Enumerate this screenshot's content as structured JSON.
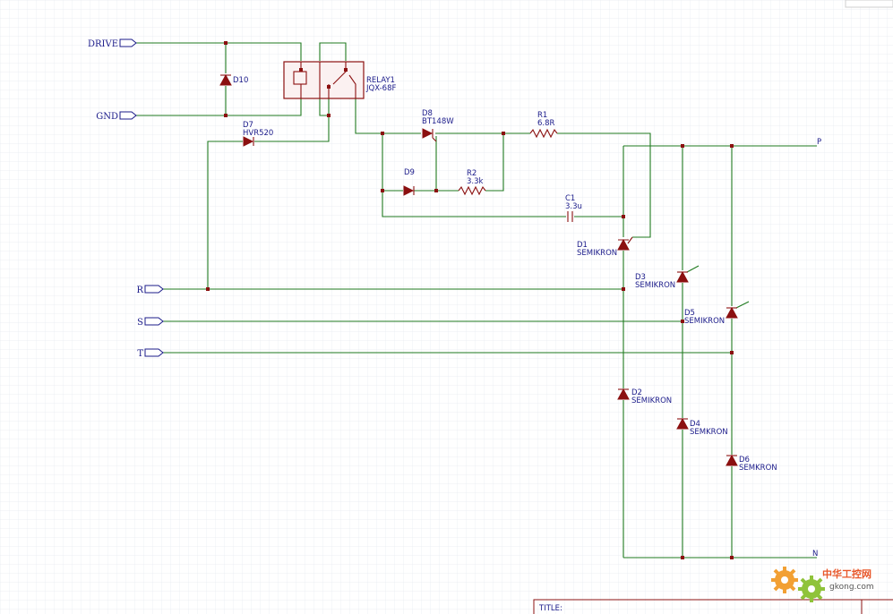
{
  "ports": {
    "drive": "DRIVE",
    "gnd": "GND",
    "r": "R",
    "s": "S",
    "t": "T",
    "p": "P",
    "n": "N"
  },
  "components": {
    "d10": "D10",
    "relay_ref": "RELAY1",
    "relay_val": "JQX-68F",
    "d7_ref": "D7",
    "d7_val": "HVR520",
    "d8_ref": "D8",
    "d8_val": "BT148W",
    "r1_ref": "R1",
    "r1_val": "6.8R",
    "d9": "D9",
    "r2_ref": "R2",
    "r2_val": "3.3k",
    "c1_ref": "C1",
    "c1_val": "3.3u",
    "d1_ref": "D1",
    "d1_val": "SEMIKRON",
    "d3_ref": "D3",
    "d3_val": "SEMIKRON",
    "d5_ref": "D5",
    "d5_val": "SEMIKRON",
    "d2_ref": "D2",
    "d2_val": "SEMIKRON",
    "d4_ref": "D4",
    "d4_val": "SEMKRON",
    "d6_ref": "D6",
    "d6_val": "SEMKRON"
  },
  "title_block": {
    "title_label": "TITLE:"
  },
  "watermark": {
    "brand": "中华工控网",
    "url": "gkong.com"
  },
  "colors": {
    "wire": "#1f7a1f",
    "part": "#8b1010",
    "label": "#1b1b8a",
    "grid": "#e6eaf0"
  }
}
